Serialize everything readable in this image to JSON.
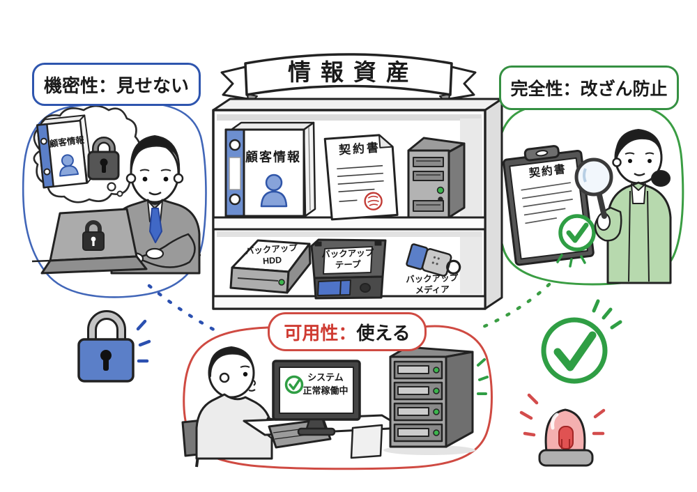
{
  "banner": {
    "title": "情報資産"
  },
  "confidentiality": {
    "label": "機密性：見せない",
    "thought_binder_title": "顧客情報"
  },
  "integrity": {
    "label": "完全性：改ざん防止",
    "clipboard_title": "契約書"
  },
  "availability": {
    "label_term": "可用性：",
    "label_value": "使える",
    "monitor_line1": "システム",
    "monitor_line2": "正常稼働中"
  },
  "shelf": {
    "binder_title": "顧客情報",
    "document_title": "契約書",
    "backup_hdd": {
      "line1": "バックアップ",
      "line2": "HDD"
    },
    "backup_tape": {
      "line1": "バックアップ",
      "line2": "テープ"
    },
    "backup_media": {
      "line1": "バックアップ",
      "line2": "メディア"
    }
  },
  "colors": {
    "accent_blue": "#2e55ae",
    "accent_green": "#2f9e44",
    "accent_red": "#cf4a42",
    "ink": "#222222"
  }
}
